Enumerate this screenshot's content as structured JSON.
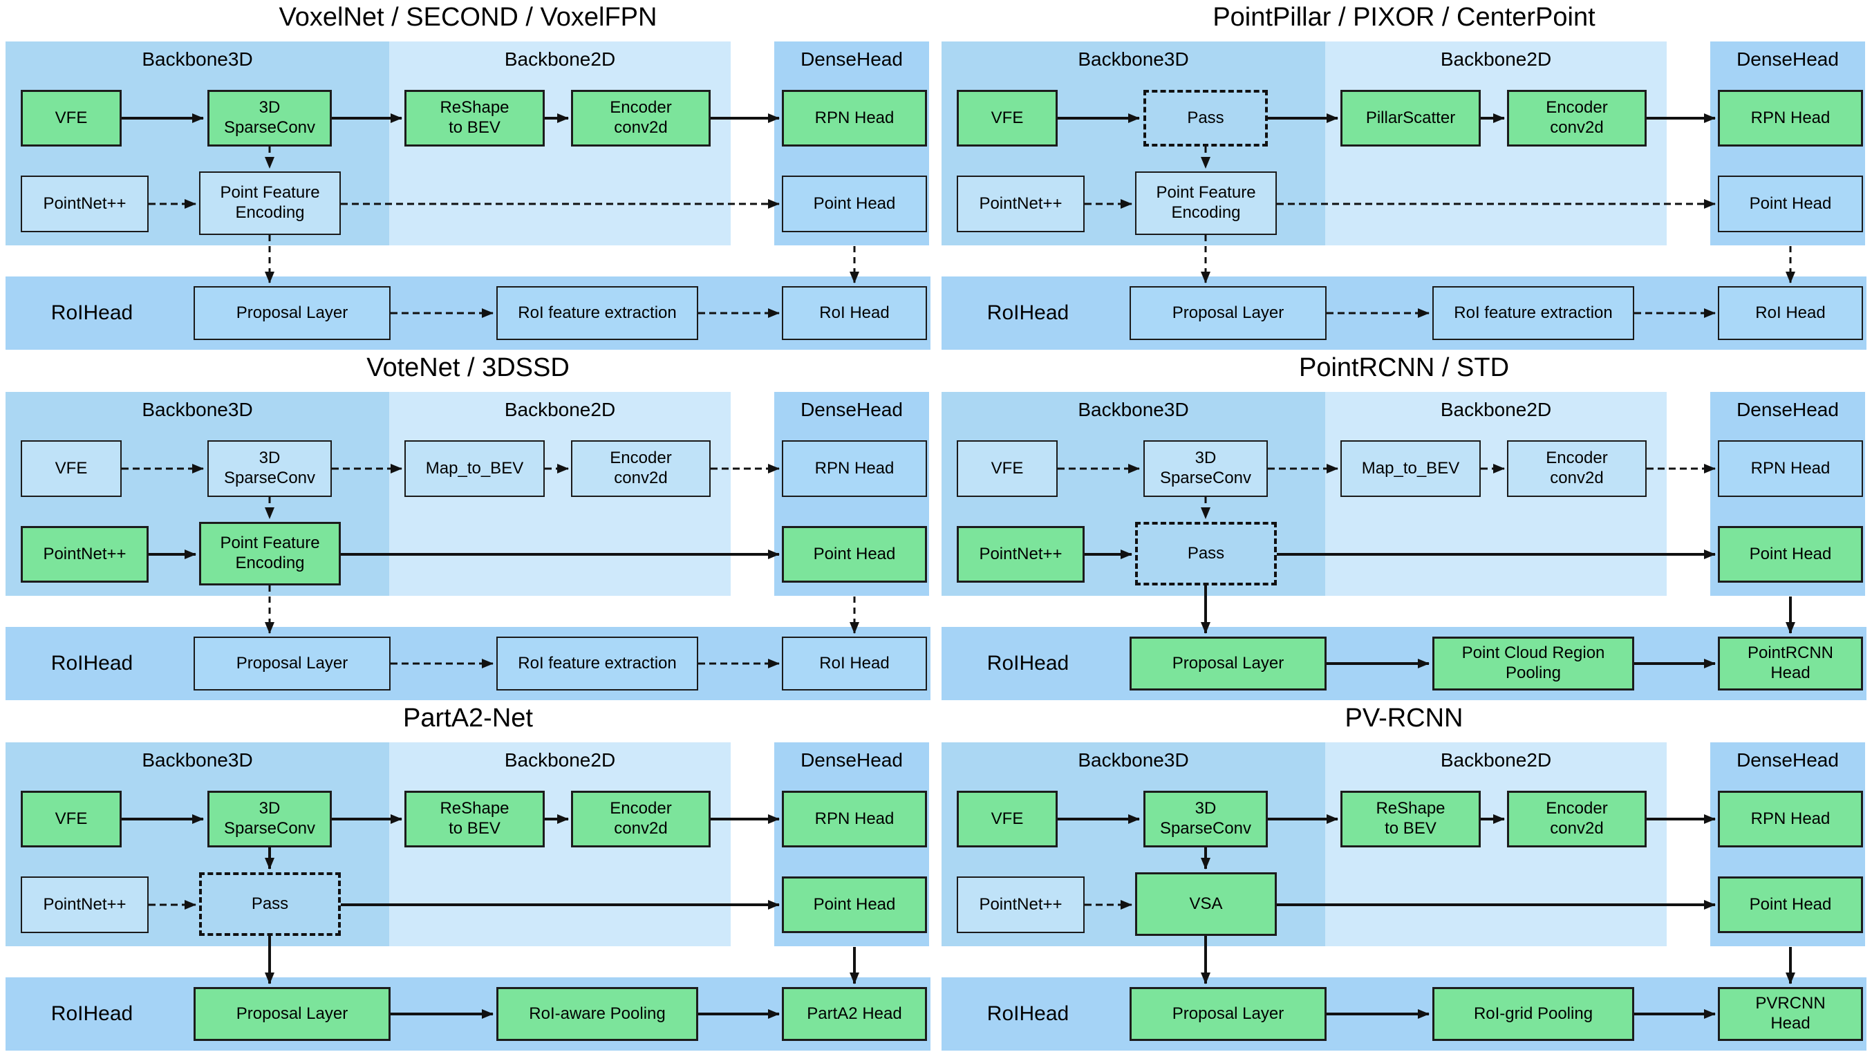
{
  "regions": {
    "backbone3d": "Backbone3D",
    "backbone2d": "Backbone2D",
    "densehead": "DenseHead",
    "roihead": "RoIHead"
  },
  "panels": [
    {
      "title": "VoxelNet / SECOND / VoxelFPN",
      "row1": [
        "VFE",
        "3D\nSparseConv",
        "ReShape\nto BEV",
        "Encoder\nconv2d",
        "RPN Head"
      ],
      "row2": [
        "PointNet++",
        "Point Feature\nEncoding",
        "Point Head"
      ],
      "roi": [
        "Proposal Layer",
        "RoI feature extraction",
        "RoI Head"
      ]
    },
    {
      "title": "PointPillar / PIXOR / CenterPoint",
      "row1": [
        "VFE",
        "Pass",
        "PillarScatter",
        "Encoder\nconv2d",
        "RPN Head"
      ],
      "row2": [
        "PointNet++",
        "Point Feature\nEncoding",
        "Point Head"
      ],
      "roi": [
        "Proposal Layer",
        "RoI feature extraction",
        "RoI Head"
      ]
    },
    {
      "title": "VoteNet / 3DSSD",
      "row1": [
        "VFE",
        "3D\nSparseConv",
        "Map_to_BEV",
        "Encoder\nconv2d",
        "RPN Head"
      ],
      "row2": [
        "PointNet++",
        "Point Feature\nEncoding",
        "Point Head"
      ],
      "roi": [
        "Proposal Layer",
        "RoI feature extraction",
        "RoI Head"
      ]
    },
    {
      "title": "PointRCNN / STD",
      "row1": [
        "VFE",
        "3D\nSparseConv",
        "Map_to_BEV",
        "Encoder\nconv2d",
        "RPN Head"
      ],
      "row2": [
        "PointNet++",
        "Pass",
        "Point Head"
      ],
      "roi": [
        "Proposal Layer",
        "Point Cloud Region\nPooling",
        "PointRCNN\nHead"
      ]
    },
    {
      "title": "PartA2-Net",
      "row1": [
        "VFE",
        "3D\nSparseConv",
        "ReShape\nto BEV",
        "Encoder\nconv2d",
        "RPN Head"
      ],
      "row2": [
        "PointNet++",
        "Pass",
        "Point Head"
      ],
      "roi": [
        "Proposal Layer",
        "RoI-aware Pooling",
        "PartA2 Head"
      ]
    },
    {
      "title": "PV-RCNN",
      "row1": [
        "VFE",
        "3D\nSparseConv",
        "ReShape\nto BEV",
        "Encoder\nconv2d",
        "RPN Head"
      ],
      "row2": [
        "PointNet++",
        "VSA",
        "Point Head"
      ],
      "roi": [
        "Proposal Layer",
        "RoI-grid Pooling",
        "PVRCNN\nHead"
      ]
    }
  ],
  "colors": {
    "backbone3d_band": "#abd7f3",
    "backbone2d_band": "#cfe9fb",
    "densehead_band": "#a5d3f6",
    "roihead_band": "#a5d3f6",
    "green_box": "#7ce49b",
    "blue_box": "#bfe2f8",
    "blue_box_on_head": "#aad8f8",
    "line": "#111111"
  }
}
